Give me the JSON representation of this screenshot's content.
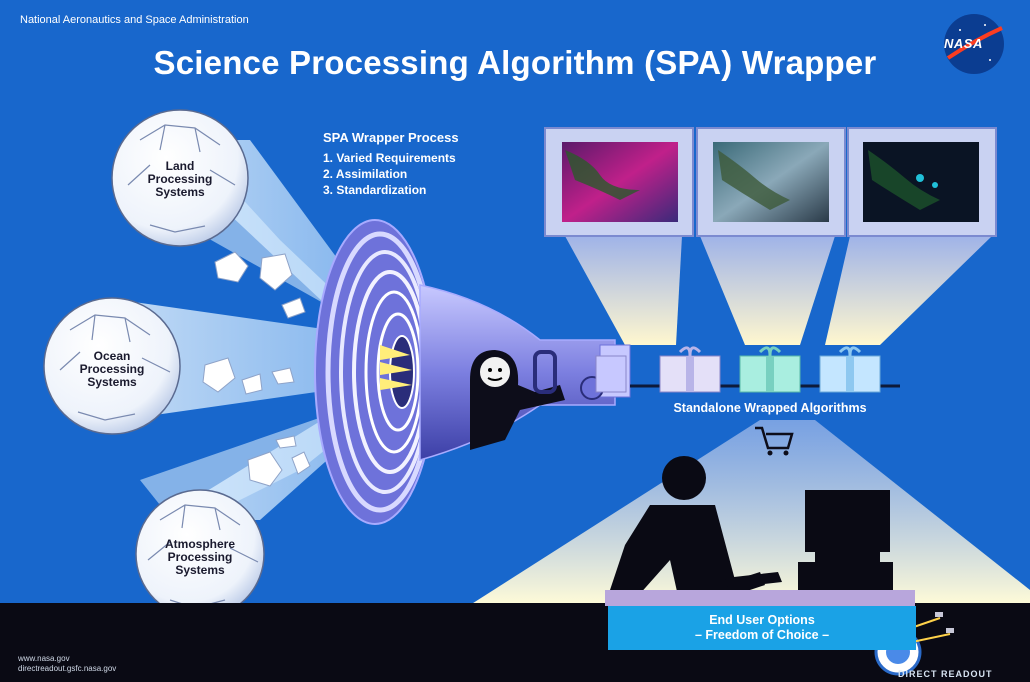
{
  "header": {
    "agency": "National Aeronautics and Space Administration",
    "title": "Science Processing Algorithm (SPA) Wrapper",
    "logo_text": "NASA"
  },
  "process": {
    "heading": "SPA Wrapper Process",
    "steps": [
      "1. Varied Requirements",
      "2. Assimilation",
      "3. Standardization"
    ]
  },
  "systems": {
    "land": [
      "Land",
      "Processing",
      "Systems"
    ],
    "ocean": [
      "Ocean",
      "Processing",
      "Systems"
    ],
    "atmosphere": [
      "Atmosphere",
      "Processing",
      "Systems"
    ]
  },
  "algorithms_label": "Standalone Wrapped Algorithms",
  "end_user": {
    "line1": "End User Options",
    "line2": "– Freedom of Choice –"
  },
  "footer": {
    "line1": "www.nasa.gov",
    "line2": "directreadout.gsfc.nasa.gov",
    "badge": "DIRECT READOUT"
  },
  "colors": {
    "background": "#1867cc",
    "funnel": "#8b8fe8",
    "beam": "#fffbe0",
    "label_bar": "#1aa2e6",
    "floor": "#0a0a14"
  },
  "icons": [
    "nasa-logo-icon",
    "shopping-cart-icon",
    "gift-box-icon",
    "computer-icon",
    "person-silhouette-icon",
    "direct-readout-icon"
  ]
}
